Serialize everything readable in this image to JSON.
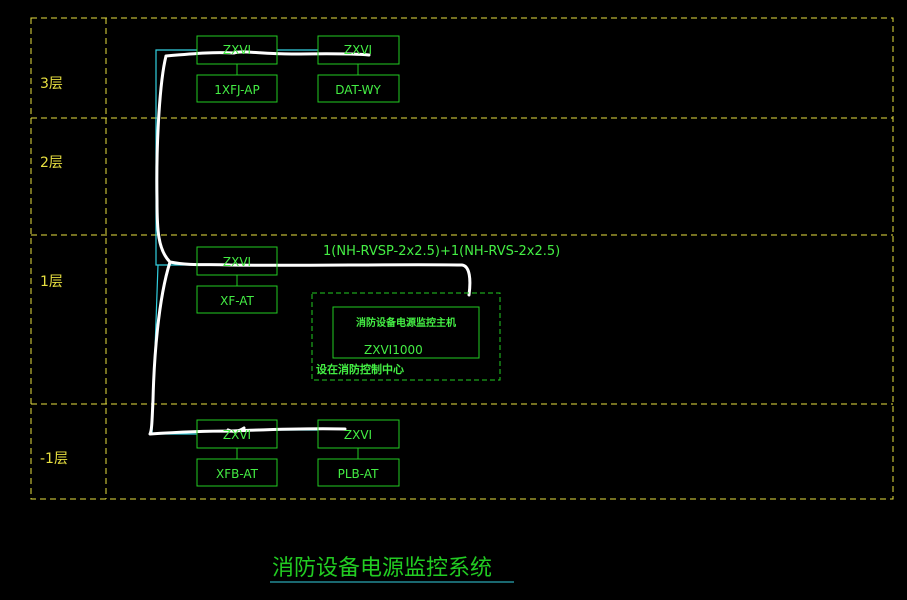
{
  "colors": {
    "background": "#000000",
    "grid": "#e8e040",
    "device": "#22cc22",
    "text_green": "#44ee44",
    "cable_cyan": "#33d0e0",
    "sketch_white": "#ffffff",
    "title_green": "#22cc22"
  },
  "floors": [
    {
      "key": "f3",
      "label": "3层"
    },
    {
      "key": "f2",
      "label": "2层"
    },
    {
      "key": "f1",
      "label": "1层"
    },
    {
      "key": "fb1",
      "label": "-1层"
    }
  ],
  "devices": {
    "f3_a_module": "ZXVI",
    "f3_a_panel": "1XFJ-AP",
    "f3_b_module": "ZXVI",
    "f3_b_panel": "DAT-WY",
    "f1_module": "ZXVI",
    "f1_panel": "XF-AT",
    "fb1_a_module": "ZXVI",
    "fb1_a_panel": "XFB-AT",
    "fb1_b_module": "ZXVI",
    "fb1_b_panel": "PLB-AT"
  },
  "cable_label": "1(NH-RVSP-2x2.5)+1(NH-RVS-2x2.5)",
  "host": {
    "title": "消防设备电源监控主机",
    "model": "ZXVI1000",
    "location": "设在消防控制中心"
  },
  "drawing_title": "消防设备电源监控系统"
}
